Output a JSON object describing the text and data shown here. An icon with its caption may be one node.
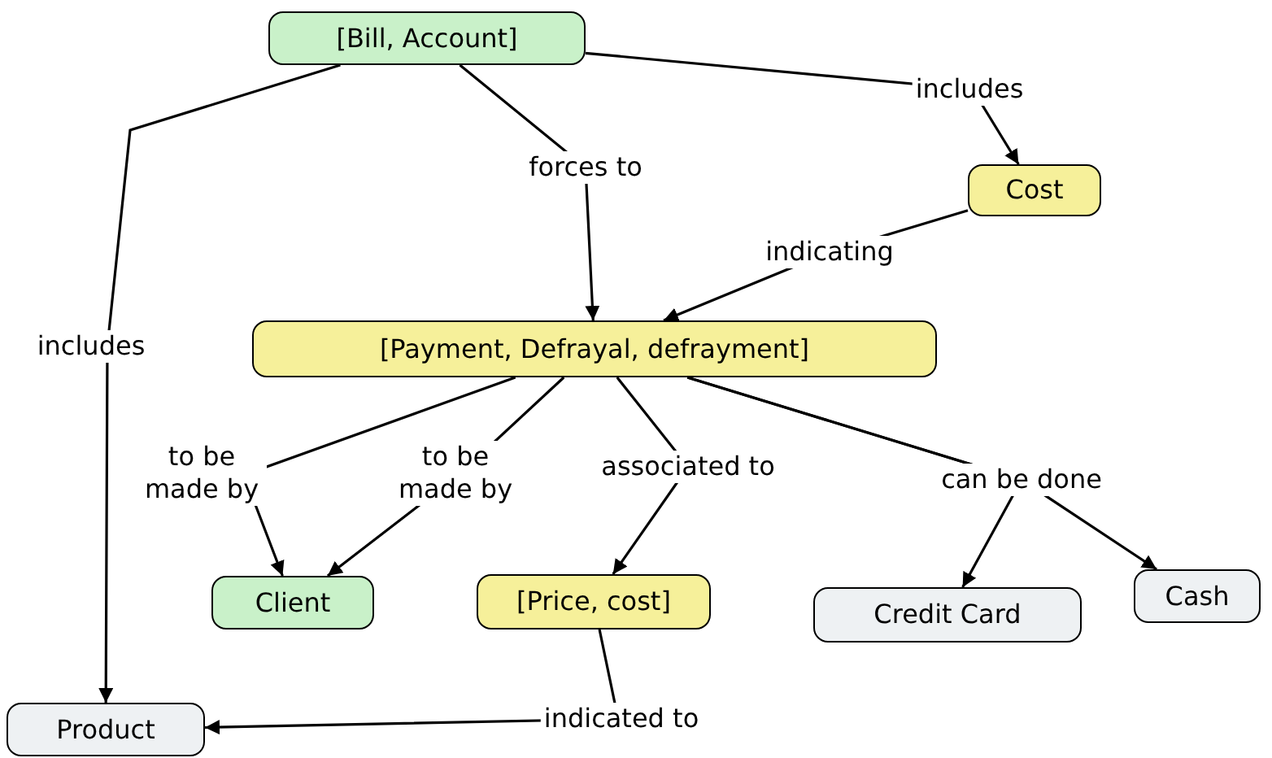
{
  "diagram": {
    "nodes": [
      {
        "text": [
          "[Bill, Account]"
        ]
      },
      {
        "text": [
          "Cost"
        ]
      },
      {
        "text": [
          "[Payment, Defrayal, defrayment]"
        ]
      },
      {
        "text": [
          "Client"
        ]
      },
      {
        "text": [
          "[Price, cost]"
        ]
      },
      {
        "text": [
          "Credit Card"
        ]
      },
      {
        "text": [
          "Cash"
        ]
      },
      {
        "text": [
          "Product"
        ]
      }
    ],
    "edges": [
      {
        "from": 0,
        "to": 1,
        "arrow": "to",
        "label": "includes"
      },
      {
        "from": 0,
        "to": 2,
        "arrow": "to",
        "label": "forces to"
      },
      {
        "from": 1,
        "to": 2,
        "arrow": "to",
        "label": "indicating"
      },
      {
        "from": 0,
        "to": 7,
        "arrow": "to",
        "label": "includes"
      },
      {
        "from": 2,
        "to": 3,
        "arrow": "to",
        "label": "to be made by"
      },
      {
        "from": 2,
        "to": 3,
        "arrow": "to",
        "label": "to be made by"
      },
      {
        "from": 2,
        "to": 4,
        "arrow": "to",
        "label": "associated to"
      },
      {
        "from": 2,
        "to": 5,
        "arrow": "to",
        "label": "can be done"
      },
      {
        "from": 2,
        "to": 6,
        "arrow": "to"
      },
      {
        "from": 4,
        "to": 7,
        "arrow": "to",
        "label": "indicated to"
      }
    ]
  }
}
